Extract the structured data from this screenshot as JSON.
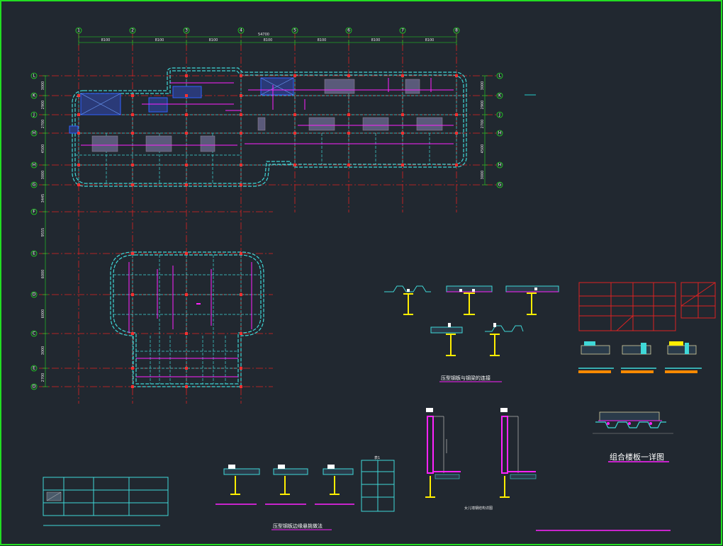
{
  "drawing": {
    "overall_dimension": "54700",
    "column_axes": [
      "1",
      "2",
      "3",
      "4",
      "5",
      "6",
      "7",
      "8"
    ],
    "column_spacings": [
      "8100",
      "8100",
      "8100",
      "8100",
      "8100",
      "8100",
      "8100"
    ],
    "row_axes_upper": [
      "L",
      "K",
      "J",
      "H",
      "H",
      "G"
    ],
    "row_spacings_upper": [
      "3000",
      "2900",
      "2700",
      "4500",
      "3000"
    ],
    "row_spacings_right": [
      "3000",
      "2900",
      "2700",
      "4500",
      "3000"
    ],
    "row_axes_lower": [
      "F",
      "E",
      "D",
      "C",
      "E",
      "D"
    ],
    "row_spacings_lower": [
      "3445",
      "9555",
      "6000",
      "6000",
      "3000",
      "2700"
    ],
    "captions": {
      "beam_connection": "压型钢板与钢梁的连接",
      "composite_slab_detail": "组合楼板一详图",
      "edge_detail": "压型钢板边缘悬挑做法",
      "parapet_detail": "女儿墙钢结构详图",
      "table_label": "表1"
    }
  }
}
